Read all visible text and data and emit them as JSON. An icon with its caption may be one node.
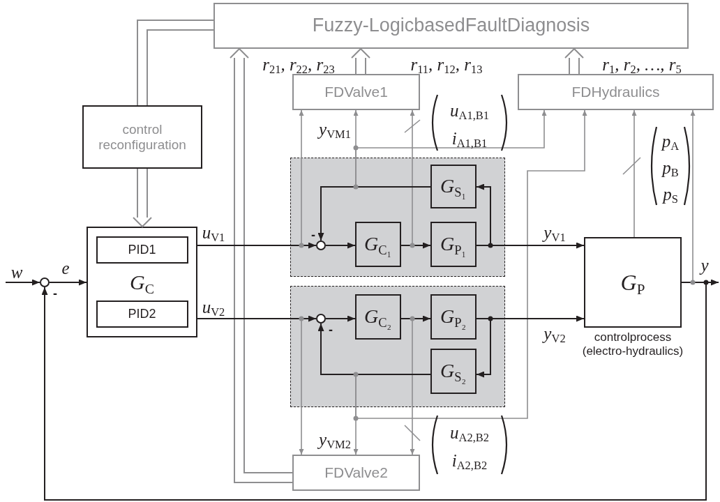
{
  "diagram": {
    "nodes": [
      {
        "text": [
          "Fuzzy-LogicbasedFaultDiagnosis"
        ]
      },
      {
        "text": [
          "FDValve1"
        ]
      },
      {
        "text": [
          "FDHydraulics"
        ]
      },
      {
        "text": [
          "control reconfiguration"
        ]
      },
      {
        "text": [
          "G$_{C}$"
        ]
      },
      {
        "text": [
          "PID1"
        ],
        "in": 4
      },
      {
        "text": [
          "PID2"
        ],
        "in": 4
      },
      {
        "text": [],
        "shape": "box"
      },
      {
        "text": [
          "G$_{S₁}$"
        ],
        "in": 7
      },
      {
        "text": [
          "G$_{C₁}$"
        ],
        "in": 7
      },
      {
        "text": [
          "G$_{P₁}$"
        ],
        "in": 7
      },
      {
        "text": [],
        "shape": "box"
      },
      {
        "text": [
          "G$_{C₂}$"
        ],
        "in": 11
      },
      {
        "text": [
          "G$_{P₂}$"
        ],
        "in": 11
      },
      {
        "text": [
          "G$_{S₂}$"
        ],
        "in": 11
      },
      {
        "text": [
          "G$_{P}$"
        ],
        "beside": [
          "controlprocess (electro-hydraulics)"
        ]
      },
      {
        "text": [
          "FDValve2"
        ]
      },
      {
        "text": [],
        "shape": "circle"
      },
      {
        "text": [],
        "shape": "circle",
        "in": 7
      },
      {
        "text": [],
        "shape": "circle",
        "in": 11
      }
    ],
    "edges": [
      {
        "from": null,
        "to": 17,
        "arrow": "to",
        "label": "w"
      },
      {
        "from": 17,
        "to": 4,
        "arrow": "to",
        "label": "e"
      },
      {
        "from": 4,
        "to": 18,
        "arrow": "to",
        "label": "u$_{V1}$"
      },
      {
        "from": 4,
        "to": 19,
        "arrow": "to",
        "label": "u$_{V2}$"
      },
      {
        "from": 18,
        "to": 9,
        "arrow": "to"
      },
      {
        "from": 9,
        "to": 10,
        "arrow": "to"
      },
      {
        "from": 10,
        "to": 15,
        "arrow": "to",
        "label": "y$_{V1}$"
      },
      {
        "from": 10,
        "to": 8,
        "arrow": "to"
      },
      {
        "from": 8,
        "to": 18,
        "arrow": "to"
      },
      {
        "from": 19,
        "to": 12,
        "arrow": "to"
      },
      {
        "from": 12,
        "to": 13,
        "arrow": "to"
      },
      {
        "from": 13,
        "to": 15,
        "arrow": "to",
        "label": "y$_{V2}$"
      },
      {
        "from": 13,
        "to": 14,
        "arrow": "to"
      },
      {
        "from": 14,
        "to": 19,
        "arrow": "to"
      },
      {
        "from": 15,
        "to": null,
        "arrow": "to",
        "label": "y"
      },
      {
        "from": 15,
        "to": 17,
        "arrow": "to"
      },
      {
        "from": 3,
        "to": 4,
        "arrow": "to",
        "style": "thick",
        "color": "#8e8e90"
      },
      {
        "from": 0,
        "to": 3,
        "arrow": "none",
        "style": "thick",
        "color": "#8e8e90"
      },
      {
        "from": 16,
        "to": 0,
        "arrow": "to",
        "style": "thick",
        "color": "#8e8e90",
        "label": "r$_{21}$, r$_{22}$, r$_{23}$"
      },
      {
        "from": 1,
        "to": 0,
        "arrow": "to",
        "style": "thick",
        "color": "#8e8e90",
        "label": "r$_{11}$, r$_{12}$, r$_{13}$"
      },
      {
        "from": 2,
        "to": 0,
        "arrow": "to",
        "style": "thick",
        "color": "#8e8e90",
        "label": "r$_{1}$, r$_{2}$, …, r$_{5}$"
      },
      {
        "from": 4,
        "to": 1,
        "arrow": "to",
        "color": "#8e8e90"
      },
      {
        "from": 8,
        "to": 1,
        "arrow": "to",
        "color": "#8e8e90",
        "label": "y$_{VM1}$"
      },
      {
        "from": 8,
        "to": 2,
        "arrow": "to",
        "color": "#8e8e90"
      },
      {
        "from": 9,
        "to": 1,
        "arrow": "to",
        "color": "#8e8e90"
      },
      {
        "from": 14,
        "to": 2,
        "arrow": "to",
        "color": "#8e8e90"
      },
      {
        "from": 14,
        "to": 16,
        "arrow": "to",
        "color": "#8e8e90",
        "label": "y$_{VM2}$"
      },
      {
        "from": 12,
        "to": 16,
        "arrow": "to",
        "color": "#8e8e90"
      },
      {
        "from": 4,
        "to": 16,
        "arrow": "to",
        "color": "#8e8e90"
      },
      {
        "from": 15,
        "to": 2,
        "arrow": "to",
        "color": "#8e8e90"
      },
      {
        "from": 15,
        "to": 2,
        "arrow": "to",
        "color": "#8e8e90"
      }
    ],
    "labels": [
      "-",
      "-",
      "-",
      "u$_{A1,B1}$",
      "i$_{A1,B1}$",
      "p$_{A}$",
      "p$_{B}$",
      "p$_{S}$",
      "u$_{A2,B2}$",
      "i$_{A2,B2}$"
    ]
  }
}
